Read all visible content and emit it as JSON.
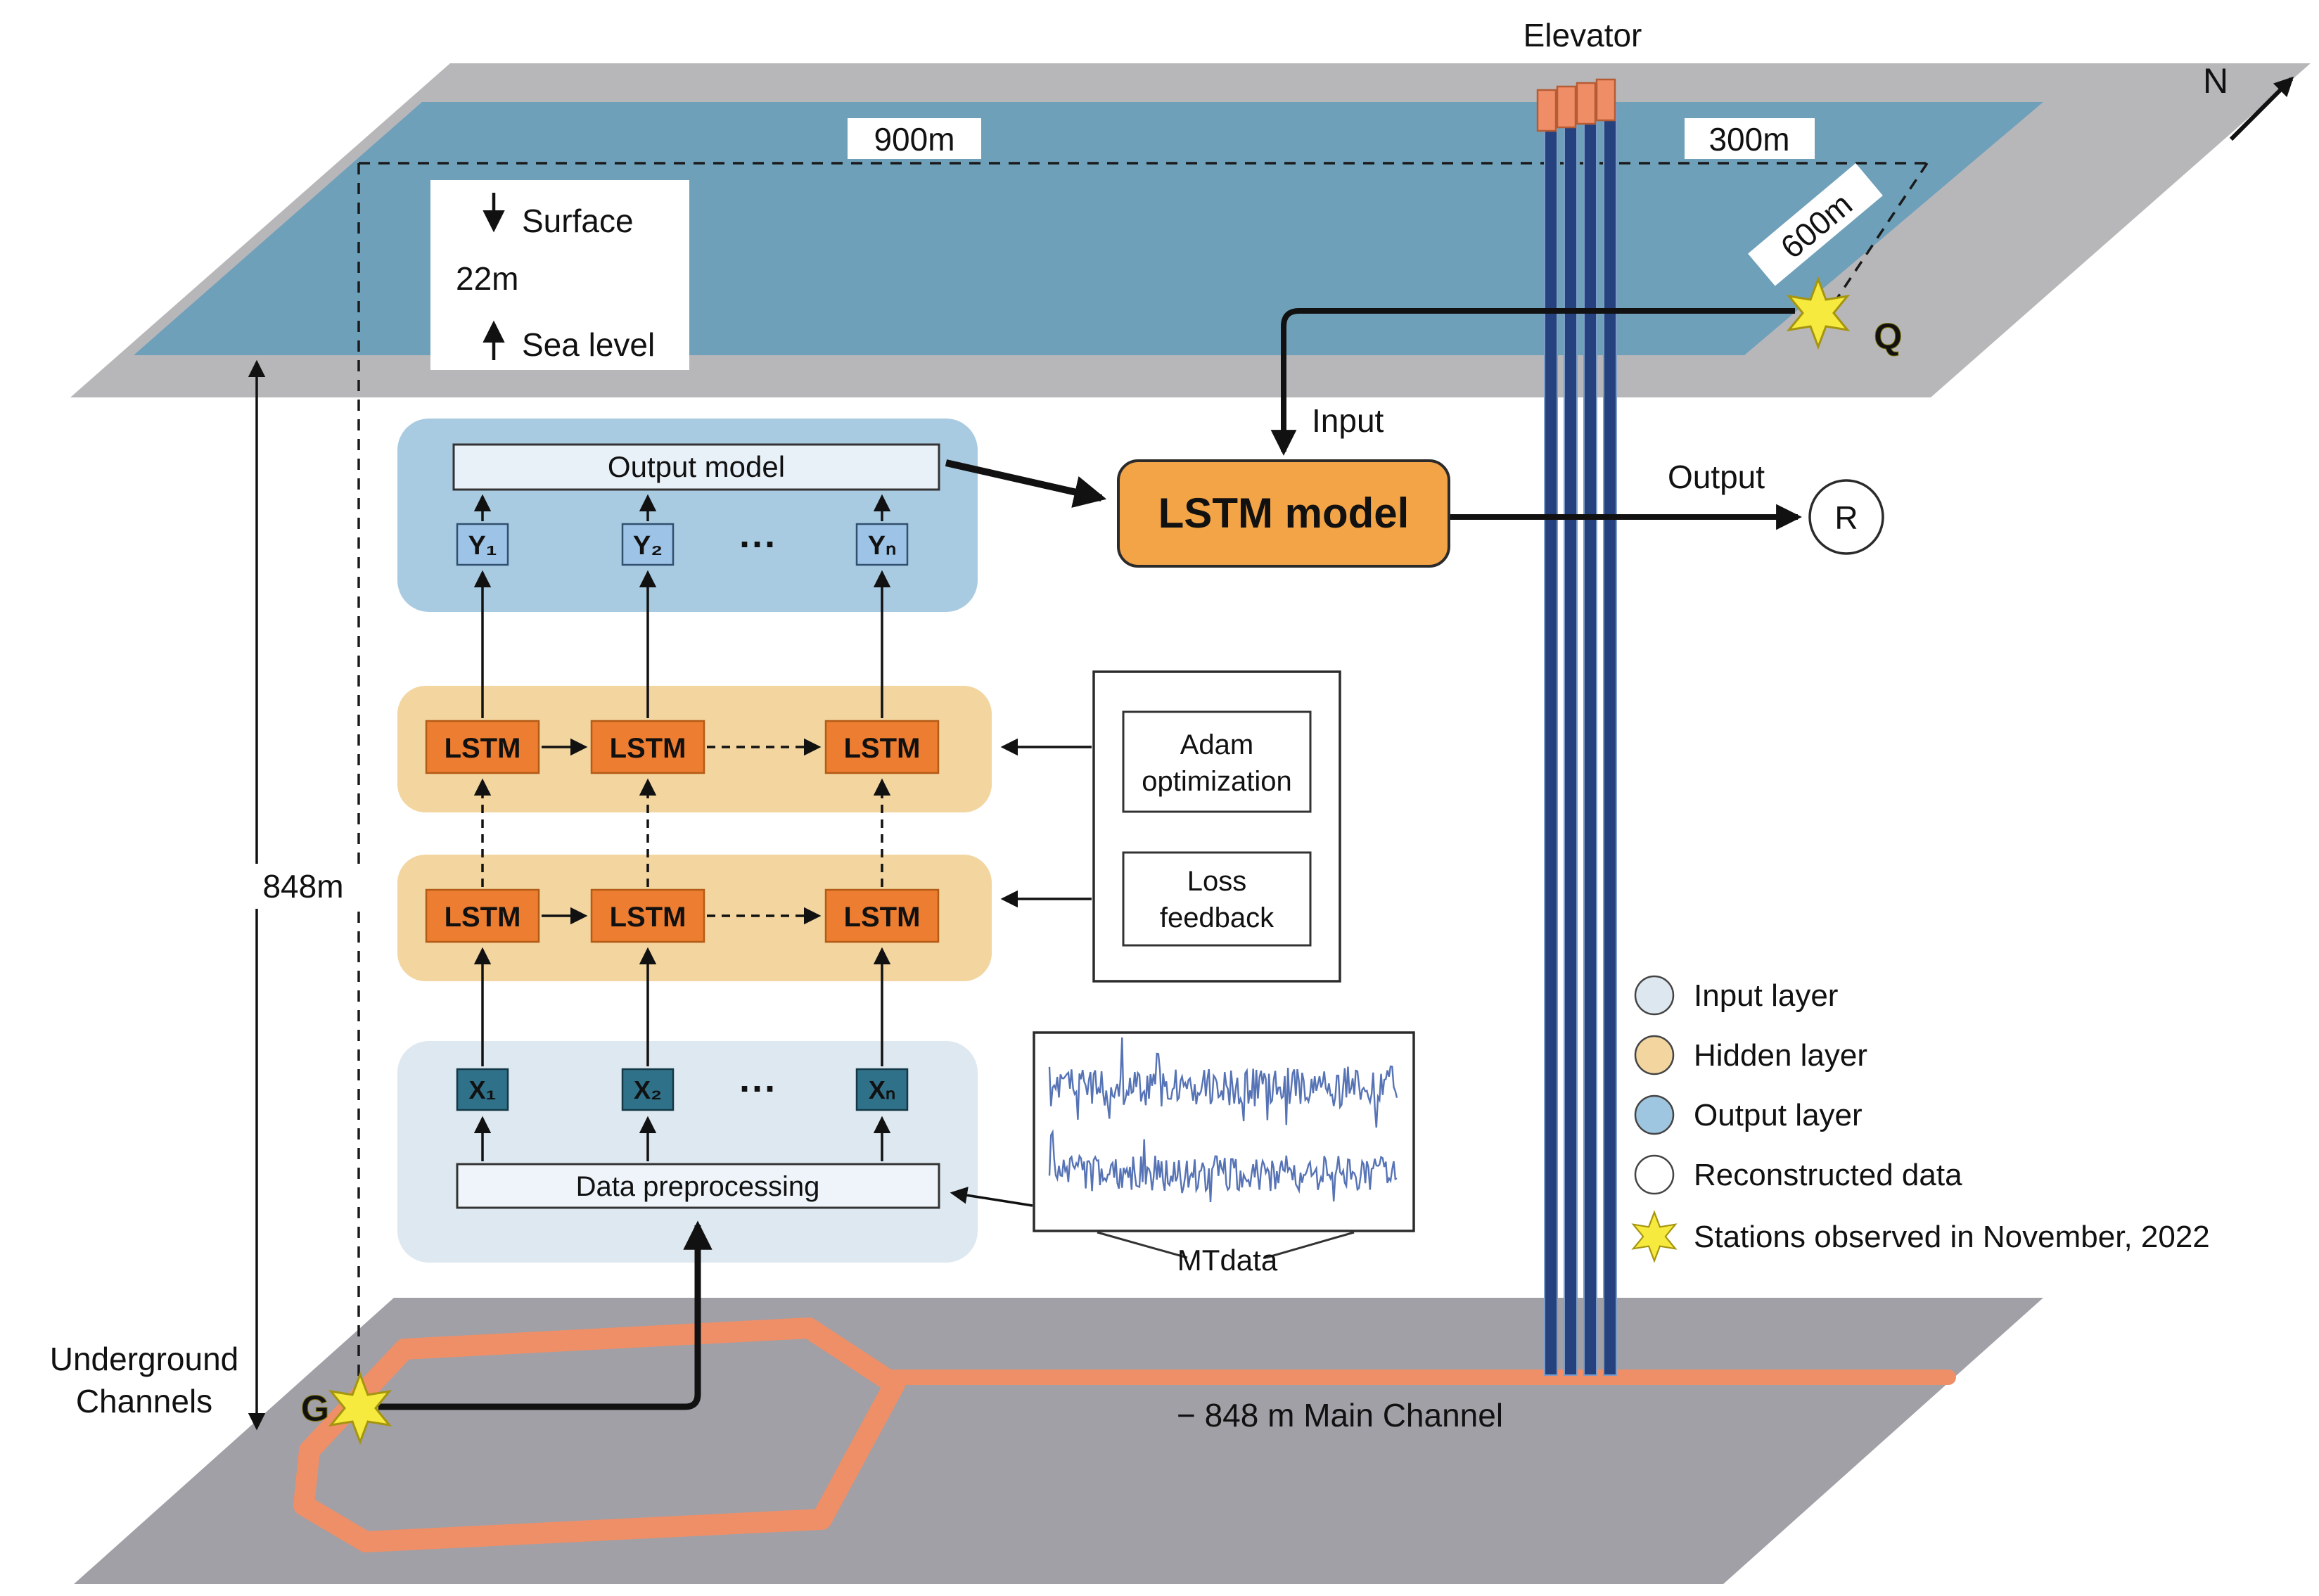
{
  "scene": {
    "surface": {
      "elevator": "Elevator",
      "north": "N",
      "d900": "900m",
      "d300": "300m",
      "d600": "600m",
      "surface": "Surface",
      "depth22": "22m",
      "sea": "Sea level",
      "q": "Q"
    },
    "left": {
      "depth848": "848m",
      "und1": "Underground",
      "und2": "Channels",
      "g": "G"
    },
    "bottom": {
      "channel": "− 848 m Main Channel"
    }
  },
  "nn": {
    "output_model": "Output model",
    "y": [
      "Y₁",
      "Y₂",
      "Yₙ"
    ],
    "x": [
      "X₁",
      "X₂",
      "Xₙ"
    ],
    "dots": "···",
    "lstm": "LSTM",
    "prep": "Data preprocessing",
    "input": "Input",
    "output": "Output",
    "model": "LSTM model",
    "r": "R",
    "adam1": "Adam",
    "adam2": "optimization",
    "loss1": "Loss",
    "loss2": "feedback",
    "mtdata": "MTdata"
  },
  "legend": {
    "items": [
      {
        "label": "Input layer",
        "color": "#dce7ef"
      },
      {
        "label": "Hidden layer",
        "color": "#f3d5a0"
      },
      {
        "label": "Output layer",
        "color": "#9ec6e0"
      },
      {
        "label": "Reconstructed data",
        "color": "#ffffff"
      },
      {
        "label": "Stations observed in November, 2022",
        "color": "#f5ea3d"
      }
    ]
  },
  "colors": {
    "lstm_orange": "#ed7d31",
    "model_orange": "#f3a447",
    "channel_salmon": "#ef8f68",
    "shaft_navy": "#26427e",
    "star_yellow": "#f5ea3d",
    "plane_blue": "#6fa0ba",
    "plane_gray": "#b7b7ba",
    "ground_gray": "#a0a0a6"
  }
}
